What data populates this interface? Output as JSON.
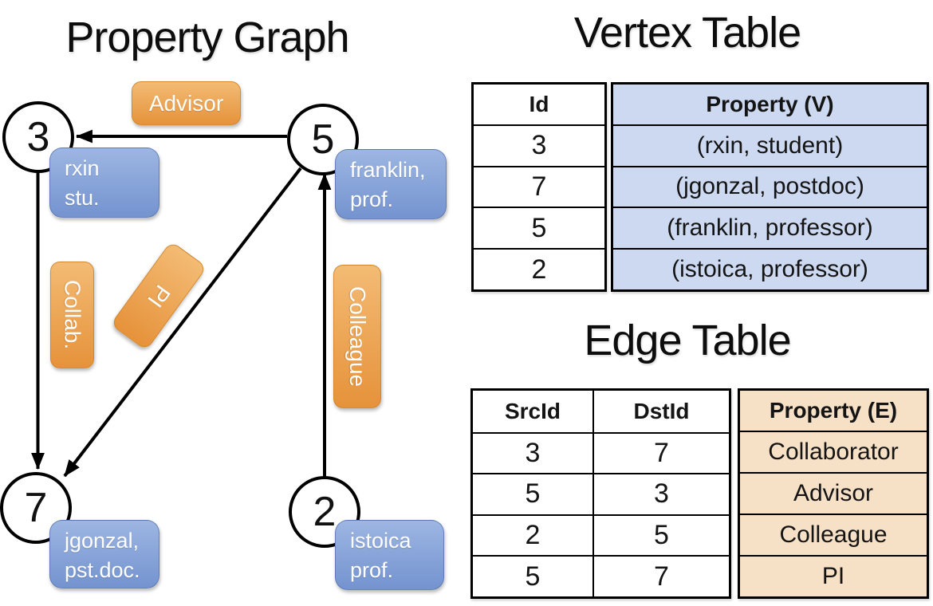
{
  "colors": {
    "node_label_blue": "#7E9CD4",
    "edge_label_orange": "#ECA455",
    "vertex_property_fill": "#CDD9F0",
    "edge_property_fill": "#F6E0C6",
    "line_color": "#000000"
  },
  "graph": {
    "title": "Property Graph",
    "nodes": [
      {
        "id": "3",
        "label": "rxin\nstu."
      },
      {
        "id": "5",
        "label": "franklin,\nprof."
      },
      {
        "id": "7",
        "label": "jgonzal,\npst.doc."
      },
      {
        "id": "2",
        "label": "istoica\nprof."
      }
    ],
    "edge_labels": {
      "advisor": "Advisor",
      "collab": "Collab.",
      "pi": "PI",
      "colleague": "Colleague"
    }
  },
  "vertex_table": {
    "title": "Vertex Table",
    "columns": {
      "id": "Id",
      "property": "Property (V)"
    },
    "rows": [
      {
        "id": "3",
        "property": "(rxin, student)"
      },
      {
        "id": "7",
        "property": "(jgonzal, postdoc)"
      },
      {
        "id": "5",
        "property": "(franklin, professor)"
      },
      {
        "id": "2",
        "property": "(istoica, professor)"
      }
    ]
  },
  "edge_table": {
    "title": "Edge Table",
    "columns": {
      "src": "SrcId",
      "dst": "DstId",
      "property": "Property (E)"
    },
    "rows": [
      {
        "src": "3",
        "dst": "7",
        "property": "Collaborator"
      },
      {
        "src": "5",
        "dst": "3",
        "property": "Advisor"
      },
      {
        "src": "2",
        "dst": "5",
        "property": "Colleague"
      },
      {
        "src": "5",
        "dst": "7",
        "property": "PI"
      }
    ]
  }
}
